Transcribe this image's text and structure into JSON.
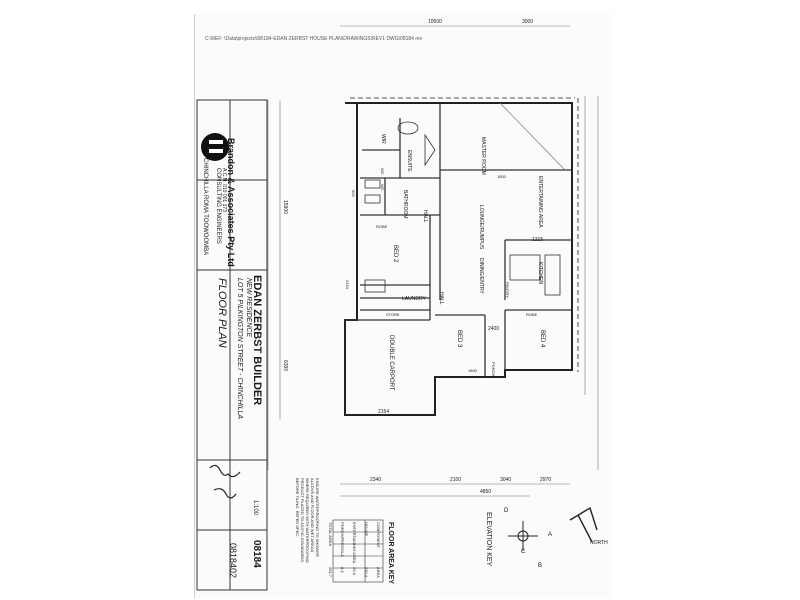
{
  "file_ref": "C:\\REF: \\Data\\projects\\08\\184-EDAN ZERBST HOUSE PLAN\\DRAWINGS\\REV1 DWG\\08184 rev",
  "company": {
    "name": "Brandon & Associates Pty Ltd",
    "acn": "A.C.N. 010 001 173",
    "subtitle": "CONSULTING ENGINEERS",
    "locations": "CHINCHILLA ROMA TOOWOOMBA"
  },
  "project": {
    "client": "EDAN ZERBST BUILDER",
    "title1": "NEW RESIDENCE",
    "title2": "LOT 5 PILKINGTON STREET - CHINCHILLA",
    "drawing": "FLOOR PLAN",
    "job_no": "08184",
    "drawing_no": "0818402",
    "scale": "1:100"
  },
  "rooms": {
    "master": "MASTER ROOM",
    "ensuite": "ENSUITE",
    "wir": "WIR",
    "wc1": "WC",
    "wc2": "WC",
    "bathroom": "BATHROOM",
    "lounge": "LOUNGE/RUMPUS",
    "dining": "DINING/ENTRY",
    "entertaining": "ENTERTAINING AREA",
    "hall1": "HALL",
    "hall2": "HALL",
    "bed2": "BED 2",
    "bed3": "BED 3",
    "bed4": "BED 4",
    "kitchen": "KITCHEN",
    "laundry": "LAUNDRY",
    "store": "STORE",
    "carport": "DOUBLE CARPORT",
    "porch": "PORCH",
    "robe1": "ROBE",
    "robe2": "ROBE",
    "pantry": "PANTRY"
  },
  "dims": {
    "top1": "10500",
    "top2": "3000",
    "left1": "15900",
    "left2": "6390",
    "bot1": "2340",
    "bot2": "2100",
    "bot3": "3040",
    "bot4": "2970",
    "bot5": "4850",
    "d1": "2154",
    "d2": "1215",
    "d3": "2400",
    "d4": "2154",
    "d5": "1800",
    "d6": "1800",
    "d7": "900"
  },
  "floor_key": {
    "title": "FLOOR AREA KEY",
    "rows": [
      {
        "label": "COMPONENT",
        "value": "AREA"
      },
      {
        "label": "HOUSE",
        "value": "230.4"
      },
      {
        "label": "ENTERTAINING AREA",
        "value": "23.6"
      },
      {
        "label": "PORCH/PERGOLA",
        "value": "8.4"
      },
      {
        "label": "TOTAL AREA",
        "value": "261.7"
      }
    ]
  },
  "elevation_key": {
    "title": "ELEVATION KEY",
    "a": "A",
    "b": "B",
    "c": "C",
    "d": "D",
    "north": "NORTH"
  },
  "notes": "ENSURE WATERPROOFING TO SHOWER ALCOVE AND FLOOR AND WET AREAS WHERE REQUIRED WITH WATERPROOFING PRODUCT PLACED TO AS3740 STANDARDS BEFORE TILING. REFER SPEC."
}
